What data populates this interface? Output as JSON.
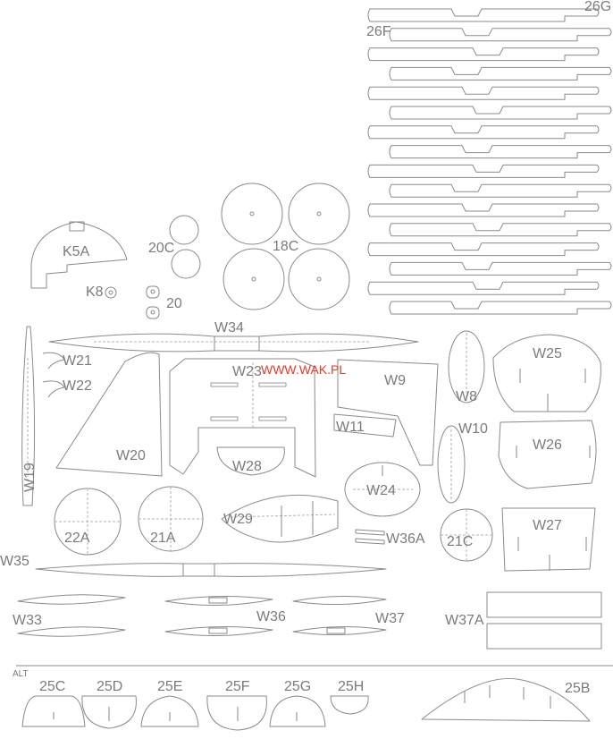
{
  "watermark": "WWW.WAK.PL",
  "labels": {
    "l26G": "26G",
    "l26F": "26F",
    "lK5A": "K5A",
    "lK8": "K8",
    "l20C": "20C",
    "l20": "20",
    "l18C": "18C",
    "lW34": "W34",
    "lW21": "W21",
    "lW22": "W22",
    "lW23": "W23",
    "lW9": "W9",
    "lW8": "W8",
    "lW25": "W25",
    "lW10": "W10",
    "lW11": "W11",
    "lW20": "W20",
    "lW19": "W19",
    "lW28": "W28",
    "lW26": "W26",
    "lW24": "W24",
    "lW29": "W29",
    "l22A": "22A",
    "l21A": "21A",
    "lW36A": "W36A",
    "l21C": "21C",
    "lW27": "W27",
    "lW35": "W35",
    "lW33": "W33",
    "lW36": "W36",
    "lW37": "W37",
    "lW37A": "W37A",
    "lALT": "ALT",
    "l25C": "25C",
    "l25D": "25D",
    "l25E": "25E",
    "l25F": "25F",
    "l25G": "25G",
    "l25H": "25H",
    "l25B": "25B"
  }
}
